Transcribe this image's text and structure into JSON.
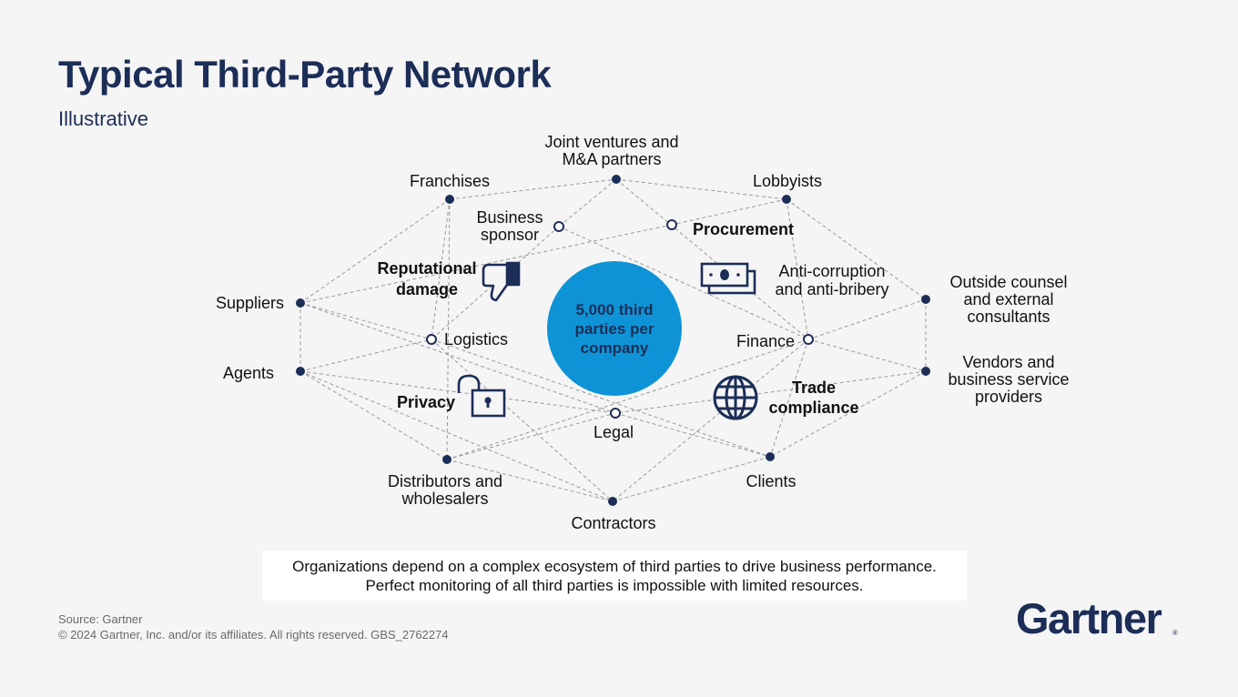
{
  "title": "Typical Third-Party Network",
  "subtitle": "Illustrative",
  "hub_text": "5,000 third parties per company",
  "nodes": {
    "joint_ventures": "Joint ventures and\nM&A partners",
    "franchises": "Franchises",
    "lobbyists": "Lobbyists",
    "business_sponsor": "Business\nsponsor",
    "procurement": "Procurement",
    "reputational_damage": "Reputational\ndamage",
    "anti_corruption": "Anti-corruption\nand anti-bribery",
    "suppliers": "Suppliers",
    "outside_counsel": "Outside counsel\nand external\nconsultants",
    "logistics": "Logistics",
    "finance": "Finance",
    "agents": "Agents",
    "vendors": "Vendors and\nbusiness service\nproviders",
    "privacy": "Privacy",
    "trade_compliance": "Trade\ncompliance",
    "legal": "Legal",
    "distributors": "Distributors and\nwholesalers",
    "clients": "Clients",
    "contractors": "Contractors"
  },
  "note": "Organizations depend on a complex ecosystem of third parties to drive business performance. Perfect monitoring of all third parties is impossible with limited resources.",
  "source": "Source: Gartner",
  "copyright": "© 2024 Gartner, Inc. and/or its affiliates. All rights reserved. GBS_2762274",
  "logo_text": "Gartner",
  "logo_mark": "®",
  "colors": {
    "navy": "#1c2e57",
    "hub_blue": "#0e94d6",
    "line_gray": "#9a9a9a"
  },
  "icons": [
    "thumbs-down-icon",
    "money-icon",
    "unlocked-padlock-icon",
    "globe-icon"
  ]
}
